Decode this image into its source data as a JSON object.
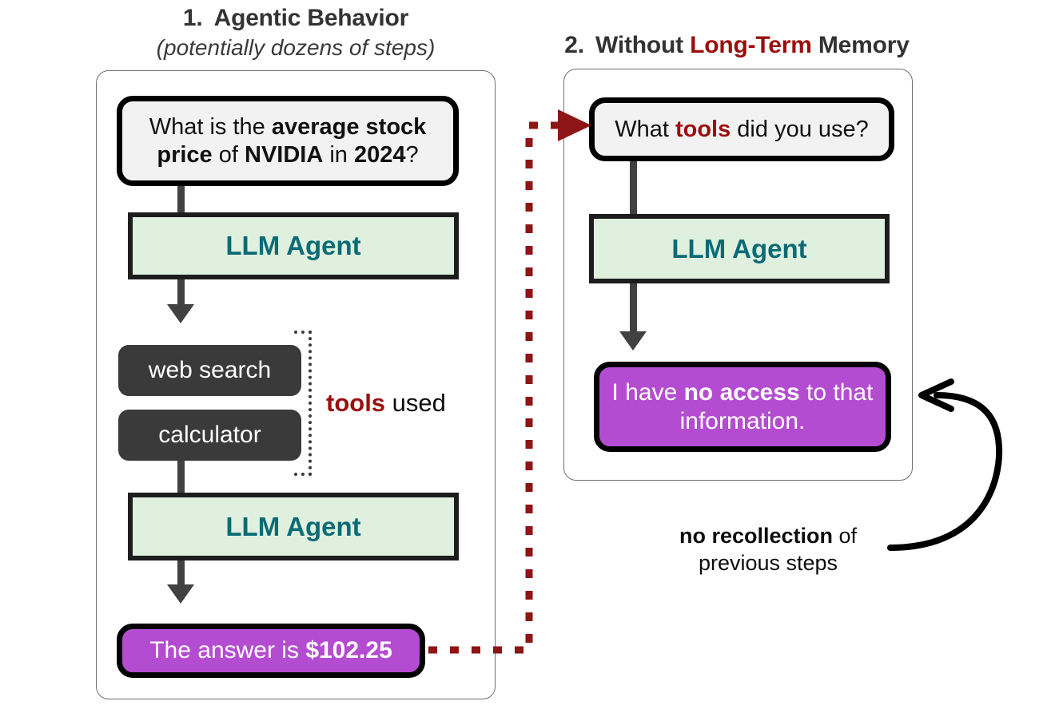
{
  "panels": {
    "left": {
      "title_number": "1.",
      "title": "Agentic Behavior",
      "subtitle": "(potentially dozens of steps)",
      "question": {
        "pre": "What is the ",
        "bold1": "average stock price",
        "mid": " of ",
        "bold2": "NVIDIA",
        "mid2": " in ",
        "bold3": "2024",
        "post": "?"
      },
      "agent_label_1": "LLM Agent",
      "tools": [
        "web search",
        "calculator"
      ],
      "tools_caption_bold": "tools",
      "tools_caption_rest": " used",
      "agent_label_2": "LLM Agent",
      "answer": {
        "pre": "The answer is ",
        "bold": "$102.25"
      }
    },
    "right": {
      "title_number": "2.",
      "title_pre": "Without ",
      "title_accent": "Long-Term",
      "title_post": " Memory",
      "question": {
        "pre": "What ",
        "bold": "tools",
        "post": " did you use?"
      },
      "agent_label": "LLM Agent",
      "answer": {
        "pre": "I have ",
        "bold": "no access",
        "post": " to that information."
      },
      "caption_bold": "no recollection",
      "caption_rest": " of",
      "caption_line2": "previous steps"
    }
  },
  "colors": {
    "accent_red": "#9c0d0d",
    "dashed_red": "#8e1515",
    "agent_fill": "#dff0df",
    "agent_text": "#0c6b75",
    "answer_fill": "#b44cd1",
    "tool_fill": "#3a3a3a",
    "connector": "#414141",
    "panel_border": "#6b6f78"
  }
}
